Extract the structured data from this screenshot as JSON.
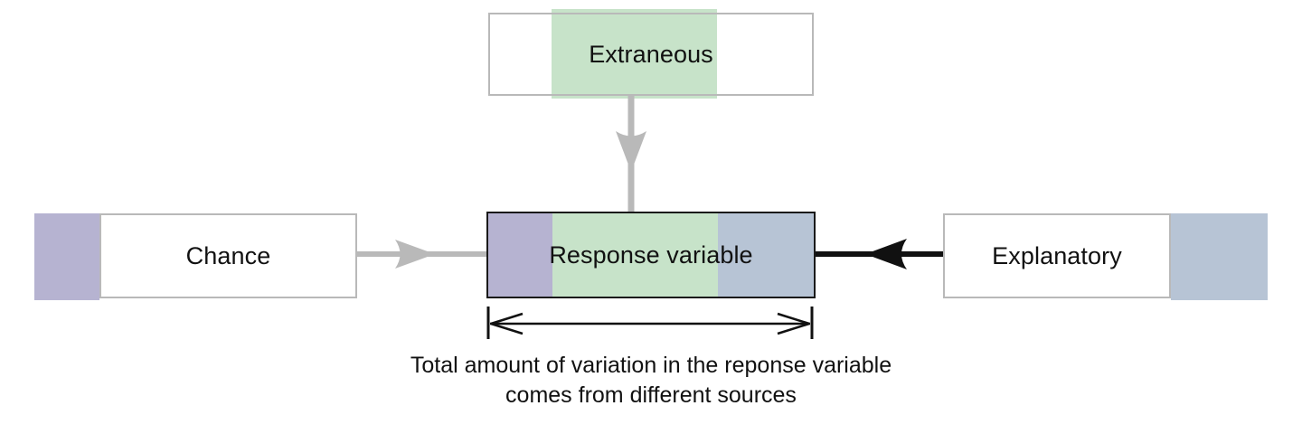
{
  "diagram": {
    "title_text": null,
    "nodes": {
      "extraneous": {
        "label": "Extraneous",
        "border_color": "#b9b9b9",
        "band_color": "#c7e3c9",
        "fill_color": "#ffffff"
      },
      "chance": {
        "label": "Chance",
        "border_color": "#b9b9b9",
        "band_color": "#b6b3d1",
        "fill_color": "#ffffff"
      },
      "explanatory": {
        "label": "Explanatory",
        "border_color": "#b9b9b9",
        "band_color": "#b7c4d5",
        "fill_color": "#ffffff"
      },
      "response": {
        "label": "Response variable",
        "border_color": "#1a1a1a",
        "segments": [
          {
            "name": "chance-share",
            "color": "#b6b3d1"
          },
          {
            "name": "extraneous-share",
            "color": "#c7e3c9"
          },
          {
            "name": "explanatory-share",
            "color": "#b7c4d5"
          }
        ]
      }
    },
    "arrows": [
      {
        "name": "extraneous-to-response",
        "from": "extraneous",
        "to": "response",
        "color": "#b9b9b9",
        "direction": "down"
      },
      {
        "name": "chance-to-response",
        "from": "chance",
        "to": "response",
        "color": "#b9b9b9",
        "direction": "right"
      },
      {
        "name": "explanatory-to-response",
        "from": "explanatory",
        "to": "response",
        "color": "#111111",
        "direction": "left"
      }
    ],
    "measure": {
      "name": "total-variation-span",
      "color": "#111111",
      "caption_line_1": "Total amount of variation in the reponse variable",
      "caption_line_2": "comes from different sources"
    }
  }
}
